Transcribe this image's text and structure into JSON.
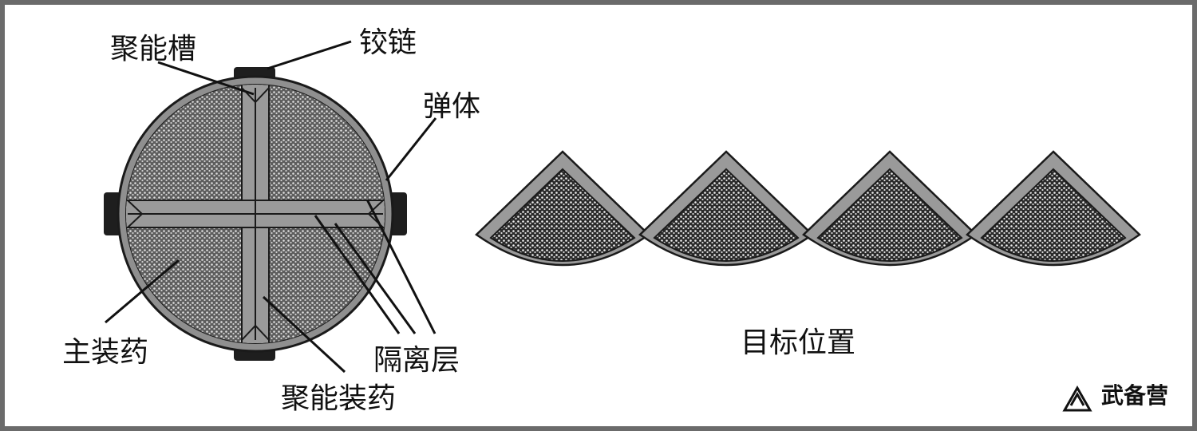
{
  "labels": {
    "shaped_charge_groove": "聚能槽",
    "hinge": "铰链",
    "projectile_body": "弹体",
    "main_charge": "主装药",
    "isolation_layer": "隔离层",
    "shaped_charge": "聚能装药",
    "target_position": "目标位置"
  },
  "watermark": {
    "text": "武备营",
    "logo": "triangle-logo-icon"
  },
  "colors": {
    "casing": "#8f8f8f",
    "outline": "#1a1a1a",
    "explosive_fill": "#b8b8b8",
    "partition": "#9a9a9a",
    "hinge": "#1e1e1e",
    "frame": "#6b6b6b"
  }
}
